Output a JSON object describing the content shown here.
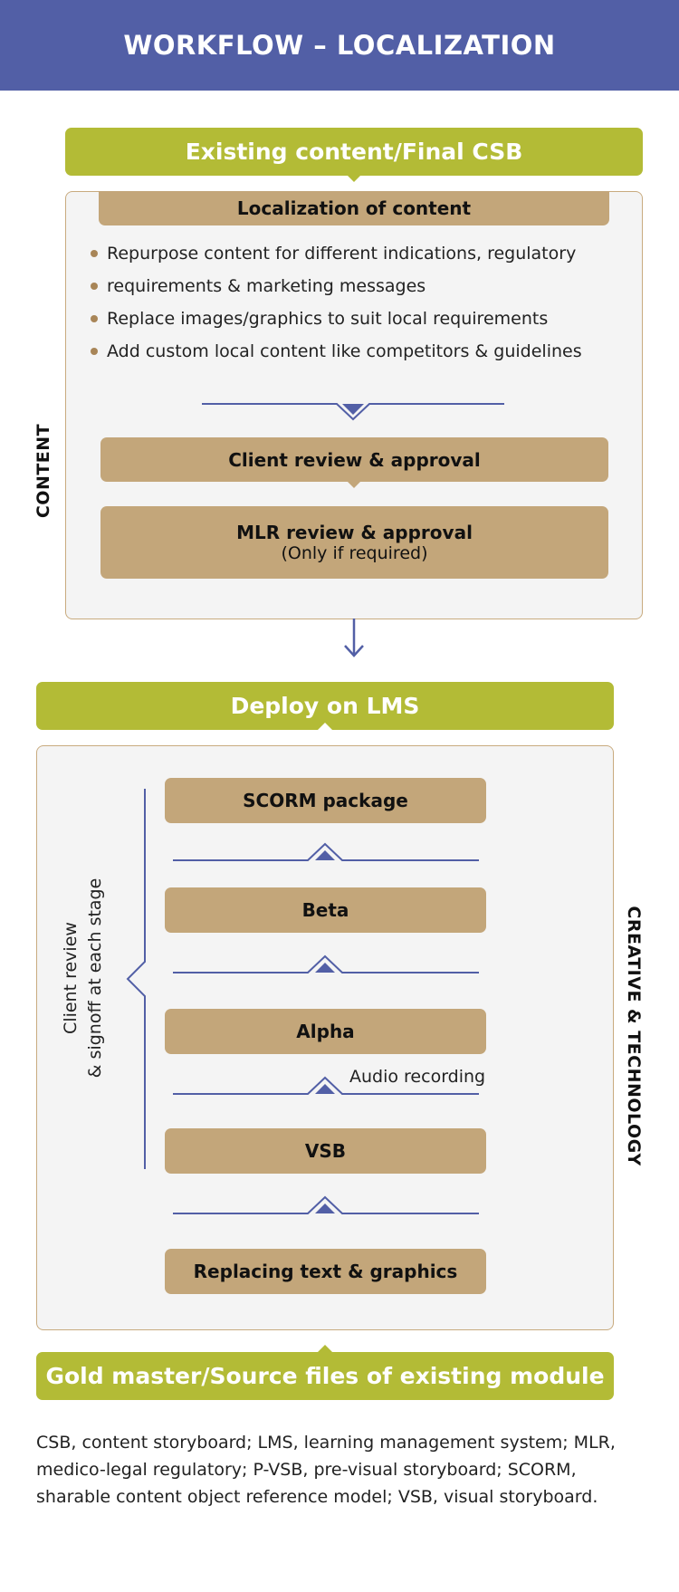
{
  "header": {
    "title": "WORKFLOW – LOCALIZATION"
  },
  "content_section": {
    "side_label": "CONTENT",
    "top_bar": "Existing content/Final CSB",
    "localization_tab": "Localization of content",
    "bullets": [
      "Repurpose content for different indications, regulatory",
      "requirements & marketing messages",
      "Replace images/graphics to suit local requirements",
      "Add custom local content like competitors & guidelines"
    ],
    "client_review": "Client review & approval",
    "mlr_review": {
      "title": "MLR review & approval",
      "note": "(Only if required)"
    }
  },
  "creative_section": {
    "side_label": "CREATIVE & TECHNOLOGY",
    "deploy_bar": "Deploy on LMS",
    "stages": [
      "SCORM package",
      "Beta",
      "Alpha",
      "VSB",
      "Replacing text & graphics"
    ],
    "audio_label": "Audio recording",
    "bracket_label_line1": "Client review",
    "bracket_label_line2": "& signoff at each stage"
  },
  "gold_master": "Gold master/Source files of existing module",
  "footnote": "CSB, content storyboard; LMS, learning management system; MLR, medico-legal regulatory; P-VSB, pre-visual storyboard; SCORM, sharable content object reference model; VSB, visual storyboard.",
  "colors": {
    "header": "#525fa6",
    "green": "#b3bb36",
    "tan": "#c3a67a",
    "line": "#525fa6",
    "panel": "#f4f4f4"
  }
}
